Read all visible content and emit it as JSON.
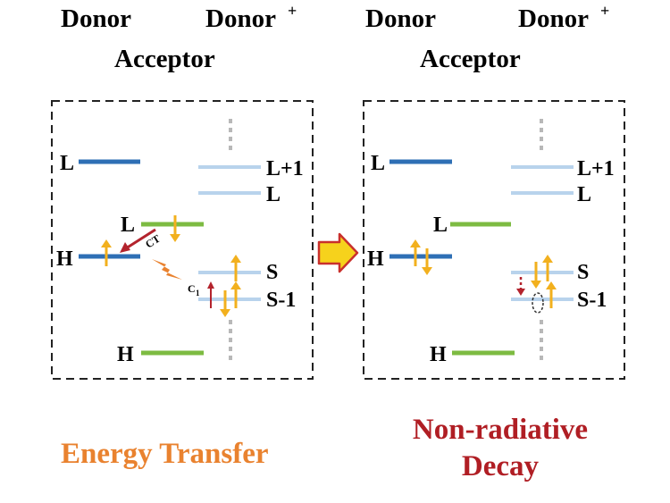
{
  "left_panel": {
    "header_donor": "Donor",
    "header_donor_plus": "Donor",
    "header_plus_sup": "+",
    "header_acceptor": "Acceptor",
    "label_donor_l": "L",
    "label_donor_h": "H",
    "label_acc_l": "L",
    "label_acc_h": "H",
    "label_l_plus_1": "L+1",
    "label_l": "L",
    "label_s": "S",
    "label_s_minus_1": "S-1",
    "label_ct": "CT",
    "label_c": "C",
    "label_c_sub": "1",
    "caption": "Energy Transfer"
  },
  "right_panel": {
    "header_donor": "Donor",
    "header_donor_plus": "Donor",
    "header_plus_sup": "+",
    "header_acceptor": "Acceptor",
    "label_donor_l": "L",
    "label_donor_h": "H",
    "label_acc_l": "L",
    "label_acc_h": "H",
    "label_l_plus_1": "L+1",
    "label_l": "L",
    "label_s": "S",
    "label_s_minus_1": "S-1",
    "caption_line1": "Non-radiative",
    "caption_line2": "Decay"
  },
  "colors": {
    "donor_level": "#2e6fb5",
    "acceptor_level": "#7dbb42",
    "donor_plus_level": "#b8d3ec",
    "electron": "#f2b01e",
    "ct_arrow": "#b3232d",
    "energy_transfer_text": "#e9822f",
    "non_radiative_text": "#b01e24",
    "transition_arrow_fill": "#f6d21c",
    "transition_arrow_stroke": "#c9302c",
    "dots": "#b8b8b8"
  }
}
